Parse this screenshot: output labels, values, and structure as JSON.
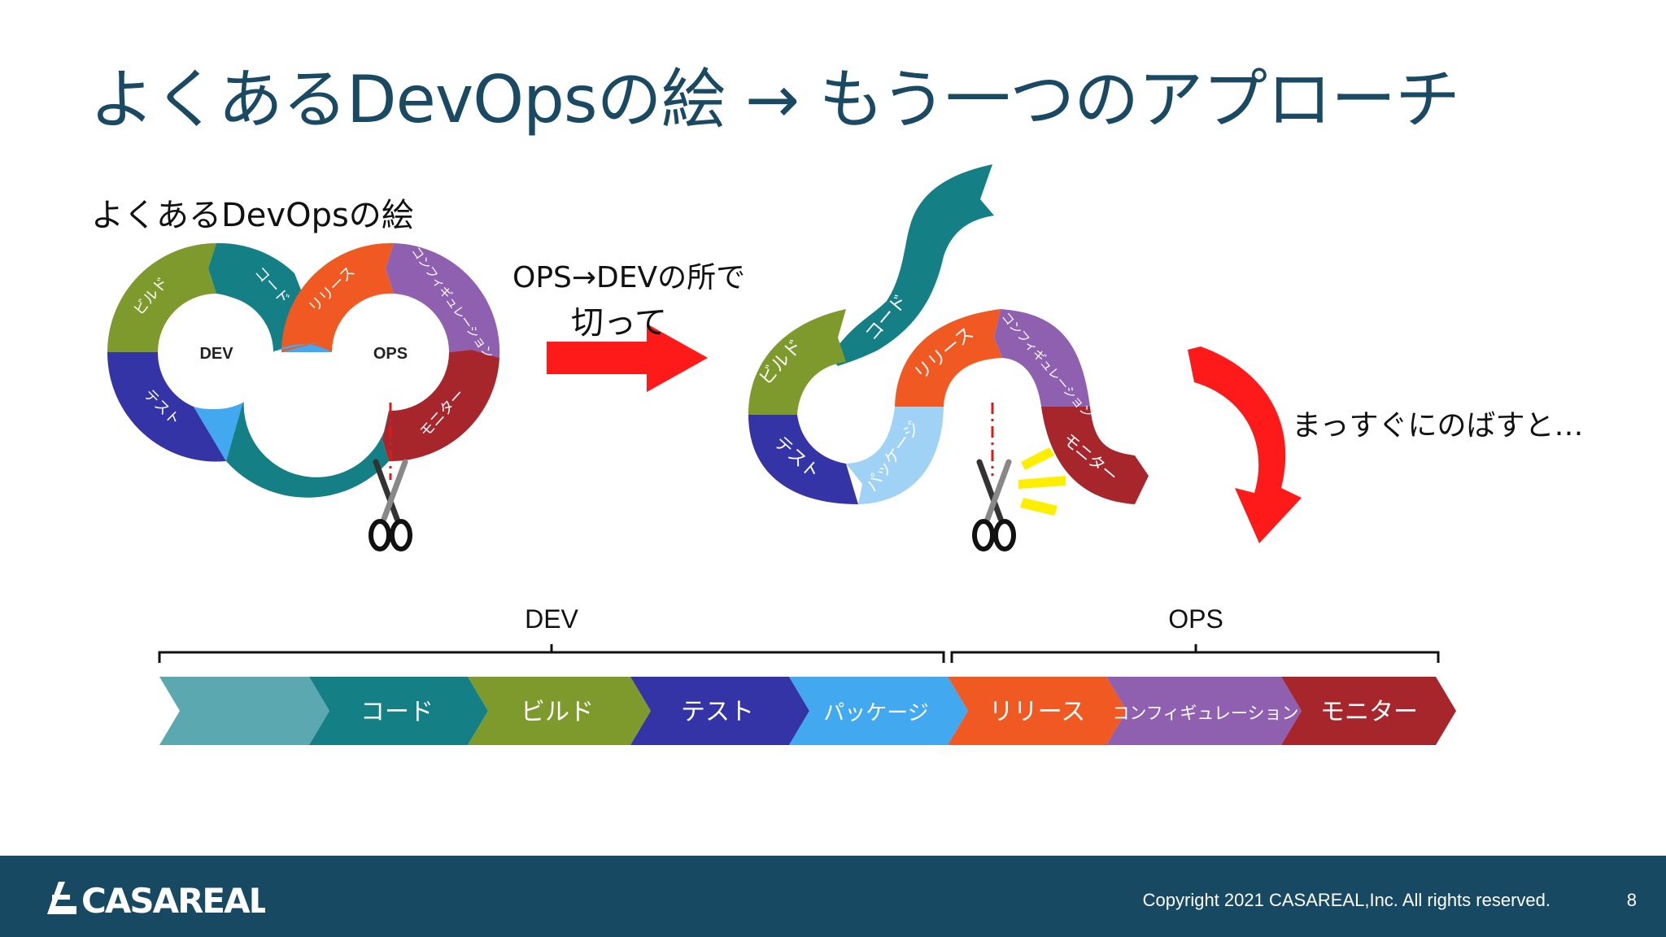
{
  "slide": {
    "title": "よくあるDevOpsの絵 → もう一つのアプローチ",
    "subtitle_left": "よくあるDevOpsの絵",
    "cut_text_line1": "OPS→DEVの所で",
    "cut_text_line2": "切って",
    "straighten_text": "まっすぐにのばすと…",
    "page_number": "8"
  },
  "loop": {
    "dev_label": "DEV",
    "ops_label": "OPS",
    "segments": [
      "ビルド",
      "コード",
      "リリース",
      "コンフィギュレーション",
      "テスト",
      "パッケージ",
      "モニター"
    ]
  },
  "wave": {
    "segments": [
      "コード",
      "ビルド",
      "テスト",
      "パッケージ",
      "リリース",
      "コンフィギュレーション",
      "モニター"
    ]
  },
  "bottom": {
    "dev_bracket_label": "DEV",
    "ops_bracket_label": "OPS",
    "chevrons": [
      "",
      "コード",
      "ビルド",
      "テスト",
      "パッケージ",
      "リリース",
      "コンフィギュレーション",
      "モニター"
    ]
  },
  "colors": {
    "title": "#1a4a63",
    "footer": "#174a62",
    "code": "#157f86",
    "build": "#7f9a2c",
    "test": "#3434a6",
    "package": "#42a8f0",
    "release": "#f05a22",
    "config": "#8f5fb0",
    "monitor": "#a7262b",
    "first": "#5ca8b0",
    "arrow_red": "#ff1a1a",
    "sparkle_yellow": "#ffee00"
  },
  "footer": {
    "copyright": "Copyright 2021 CASAREAL,Inc. All rights reserved.",
    "logo_text": "CASAREAL"
  }
}
